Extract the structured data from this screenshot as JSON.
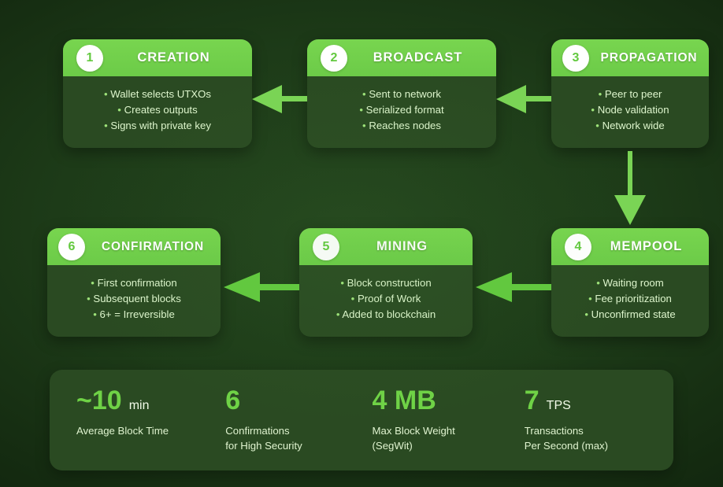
{
  "theme": {
    "accent_green": "#6ccb48",
    "header_green": "#72d04c",
    "card_body_green": "#2a4a22",
    "background_dark": "#1d3b18",
    "text_light": "#ddf5cc",
    "badge_text": "#63c93f"
  },
  "stages": [
    {
      "number": "1",
      "title": "CREATION",
      "bullets": [
        "Wallet selects UTXOs",
        "Creates outputs",
        "Signs with private key"
      ]
    },
    {
      "number": "2",
      "title": "BROADCAST",
      "bullets": [
        "Sent to network",
        "Serialized format",
        "Reaches nodes"
      ]
    },
    {
      "number": "3",
      "title": "PROPAGATION",
      "bullets": [
        "Peer to peer",
        "Node validation",
        "Network wide"
      ]
    },
    {
      "number": "4",
      "title": "MEMPOOL",
      "bullets": [
        "Waiting room",
        "Fee prioritization",
        "Unconfirmed state"
      ]
    },
    {
      "number": "5",
      "title": "MINING",
      "bullets": [
        "Block construction",
        "Proof of Work",
        "Added to blockchain"
      ]
    },
    {
      "number": "6",
      "title": "CONFIRMATION",
      "bullets": [
        "First confirmation",
        "Subsequent blocks",
        "6+ = Irreversible"
      ]
    }
  ],
  "bullet_glyph": "•",
  "arrows": [
    {
      "name": "arrow-creation-broadcast",
      "direction": "left"
    },
    {
      "name": "arrow-broadcast-propagation",
      "direction": "left"
    },
    {
      "name": "arrow-propagation-mempool",
      "direction": "down"
    },
    {
      "name": "arrow-mempool-mining",
      "direction": "left"
    },
    {
      "name": "arrow-mining-confirmation",
      "direction": "left"
    }
  ],
  "stats": [
    {
      "value": "~10",
      "unit": "min",
      "label": "Average Block Time"
    },
    {
      "value": "6",
      "unit": "",
      "label": "Confirmations\nfor High Security"
    },
    {
      "value": "4 MB",
      "unit": "",
      "label": "Max Block Weight\n(SegWit)"
    },
    {
      "value": "7",
      "unit": "TPS",
      "label": "Transactions\nPer Second (max)"
    }
  ]
}
